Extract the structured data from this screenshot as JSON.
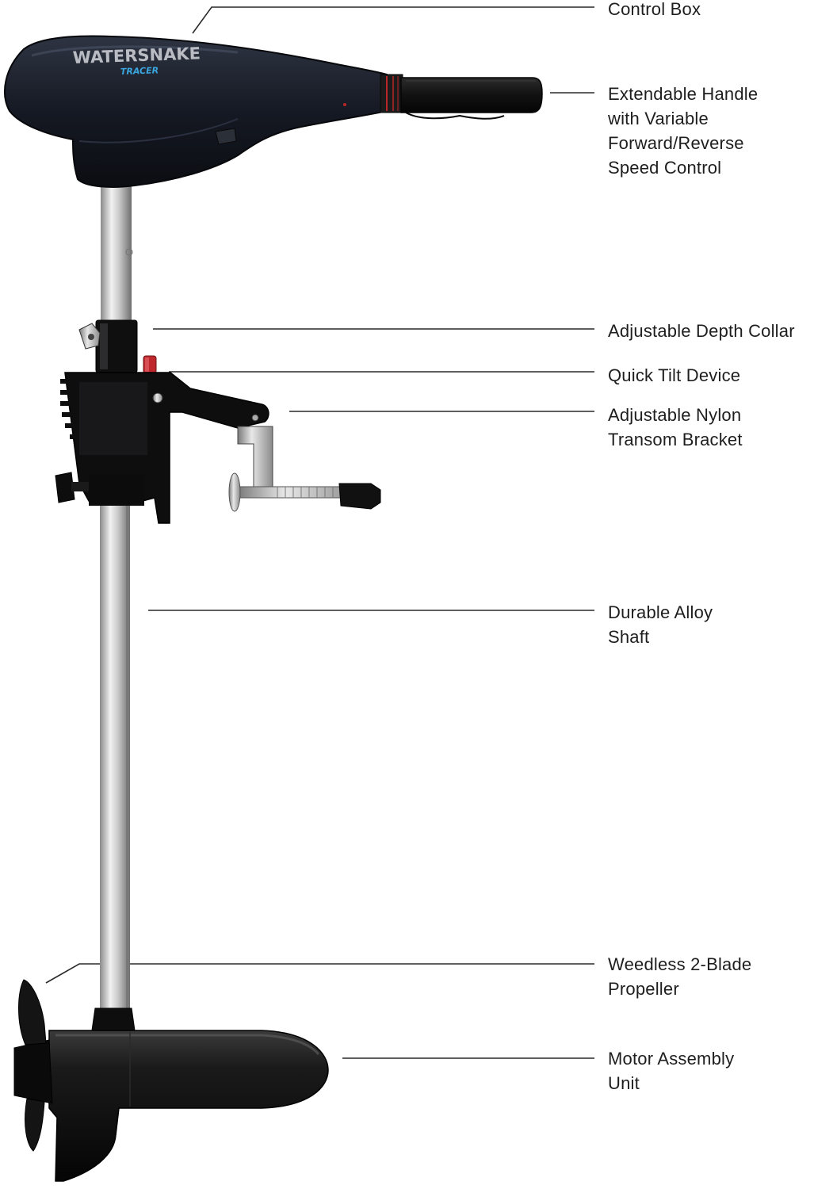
{
  "brand": {
    "name": "WATERSNAKE",
    "model": "TRACER",
    "accent_color": "#3aa6dd"
  },
  "callouts": [
    {
      "id": "control-box",
      "lines": [
        "Control Box"
      ]
    },
    {
      "id": "handle",
      "lines": [
        "Extendable Handle",
        "with Variable",
        "Forward/Reverse",
        "Speed Control"
      ]
    },
    {
      "id": "depth-collar",
      "lines": [
        "Adjustable Depth Collar"
      ]
    },
    {
      "id": "quick-tilt",
      "lines": [
        "Quick Tilt Device"
      ]
    },
    {
      "id": "transom-bracket",
      "lines": [
        "Adjustable Nylon",
        "Transom Bracket"
      ]
    },
    {
      "id": "shaft",
      "lines": [
        "Durable Alloy",
        "Shaft"
      ]
    },
    {
      "id": "propeller",
      "lines": [
        "Weedless 2-Blade",
        "Propeller"
      ]
    },
    {
      "id": "motor",
      "lines": [
        "Motor Assembly",
        "Unit"
      ]
    }
  ],
  "colors": {
    "text": "#1e1e1e",
    "leader": "#2a2a2a",
    "body": "#141820",
    "shaft_light": "#e6e6e6",
    "shaft_dark": "#8a8a8a",
    "collar_red": "#b8262a"
  }
}
